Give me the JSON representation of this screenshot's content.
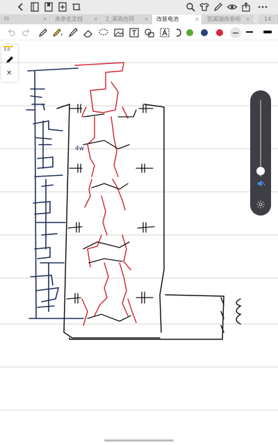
{
  "tabs": [
    {
      "label": "叶",
      "active": false
    },
    {
      "label": "未命名文档",
      "active": false
    },
    {
      "label": "2_采购合同",
      "active": false
    },
    {
      "label": "改装电池",
      "active": true
    },
    {
      "label": "凯美瑞改音响",
      "active": false
    }
  ],
  "tab_count": "14",
  "pen_panel": {
    "size": "3.0"
  },
  "palette": {
    "green": "#5aa832",
    "navy": "#2a3f7a",
    "red": "#d8263a"
  },
  "colors": {
    "ink_blue": "#1d2d5a",
    "ink_red": "#d0202f",
    "ink_black": "#111111",
    "ruled_line": "#c8c8c8"
  },
  "canvas_note": "4w"
}
